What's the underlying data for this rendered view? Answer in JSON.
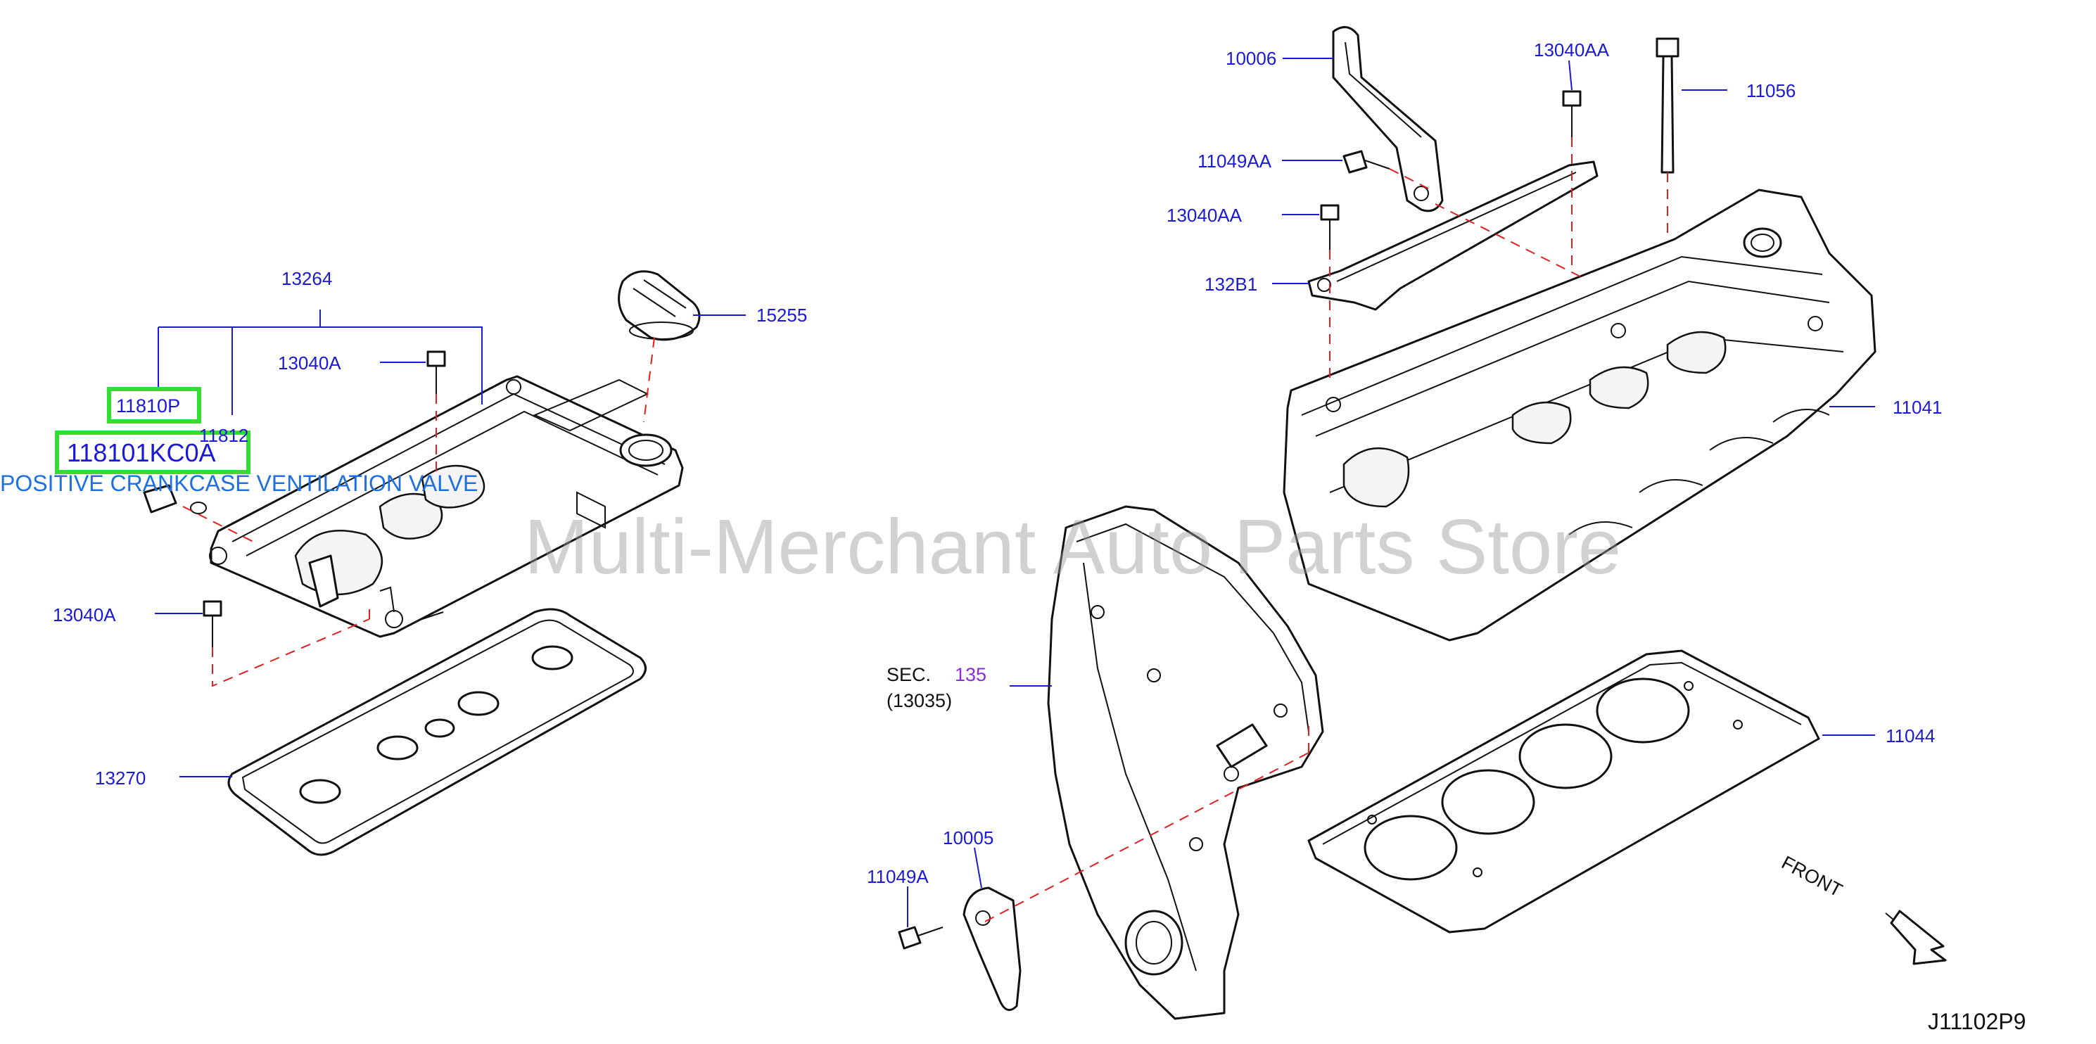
{
  "labels": {
    "p10006": "10006",
    "p13040AA_top": "13040AA",
    "p11056": "11056",
    "p11049AA": "11049AA",
    "p13040AA_mid": "13040AA",
    "p132B1": "132B1",
    "p11041": "11041",
    "p13264": "13264",
    "p15255": "15255",
    "p13040A_top": "13040A",
    "p11812": "11812",
    "p13040A_bottom": "13040A",
    "p13270": "13270",
    "sec_word": "SEC.",
    "sec_num": "135",
    "sec_ref": "(13035)",
    "p11044": "11044",
    "p10005": "10005",
    "p11049A": "11049A",
    "front": "FRONT",
    "diagram_code": "J11102P9"
  },
  "highlights": {
    "p11810P": "11810P",
    "p118101KC0A": "118101KC0A",
    "pcv_name": "POSITIVE CRANKCASE VENTILATION VALVE"
  },
  "watermark": "Multi-Merchant Auto Parts Store",
  "colors": {
    "part_number": "#1a1ad6",
    "highlight_box": "#33dd33",
    "dash_line": "#e02020",
    "pcv_text": "#1e6fe0",
    "sec_number": "#8a2be2"
  }
}
